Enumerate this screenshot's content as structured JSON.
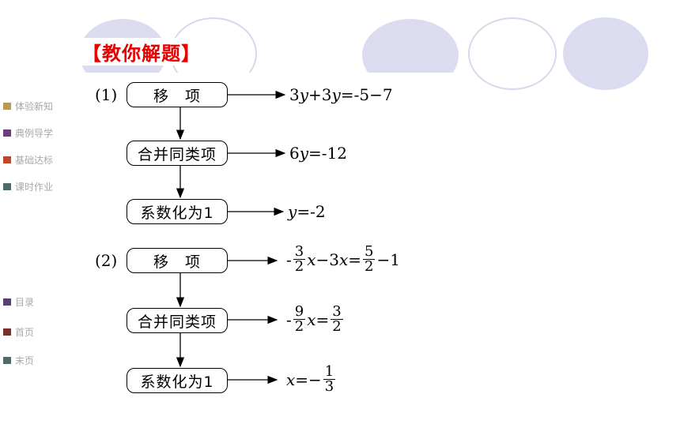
{
  "title": "【教你解题】",
  "nav": {
    "items": [
      {
        "label": "体验新知",
        "color": "#b89a55"
      },
      {
        "label": "典例导学",
        "color": "#6b3d7c"
      },
      {
        "label": "基础达标",
        "color": "#c0462a"
      },
      {
        "label": "课时作业",
        "color": "#4d6b6b"
      }
    ],
    "bottom": [
      {
        "label": "目录",
        "color": "#5a4070"
      },
      {
        "label": "首页",
        "color": "#7a2f2f"
      },
      {
        "label": "末页",
        "color": "#4d6b6b"
      }
    ]
  },
  "problem1": {
    "label": "(1)",
    "steps": [
      {
        "box": "移　项",
        "result": {
          "p1": "3",
          "v1": "y",
          "p2": "+3",
          "v2": "y",
          "p3": "=-5−7"
        }
      },
      {
        "box": "合并同类项",
        "result": {
          "p1": "6",
          "v1": "y",
          "p2": "=-12"
        }
      },
      {
        "box": "系数化为1",
        "result": {
          "v1": "y",
          "p1": "=-2"
        }
      }
    ]
  },
  "problem2": {
    "label": "(2)",
    "steps": [
      {
        "box": "移　项",
        "result": {
          "lead": "-",
          "f1n": "3",
          "f1d": "2",
          "v1": "x",
          "mid": "−3",
          "v2": "x",
          "eq": "=",
          "f2n": "5",
          "f2d": "2",
          "tail": "−1"
        }
      },
      {
        "box": "合并同类项",
        "result": {
          "lead": "-",
          "f1n": "9",
          "f1d": "2",
          "v1": "x",
          "eq": "=",
          "f2n": "3",
          "f2d": "2"
        }
      },
      {
        "box": "系数化为1",
        "result": {
          "v1": "x",
          "eq": "=−",
          "fn": "1",
          "fd": "3"
        }
      }
    ]
  }
}
